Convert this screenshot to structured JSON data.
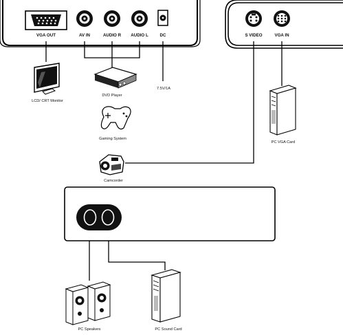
{
  "converter_unit": {
    "ports": [
      {
        "label": "VGA OUT"
      },
      {
        "label": "AV IN"
      },
      {
        "label": "AUDIO R"
      },
      {
        "label": "AUDIO L"
      },
      {
        "label": "DC"
      }
    ]
  },
  "pc_unit": {
    "ports": [
      {
        "label": "S VIDEO"
      },
      {
        "label": "VGA IN"
      }
    ]
  },
  "devices": {
    "monitor": "LCD/ CRT Monitor",
    "dvd_player": "DVD Player",
    "power": "7.5V/1A",
    "gaming": "Gaming System",
    "camcorder": "Camcorder",
    "pc_vga": "PC VGA Card",
    "speakers": "PC Speakers",
    "pc_sound": "PC Sound Card"
  }
}
